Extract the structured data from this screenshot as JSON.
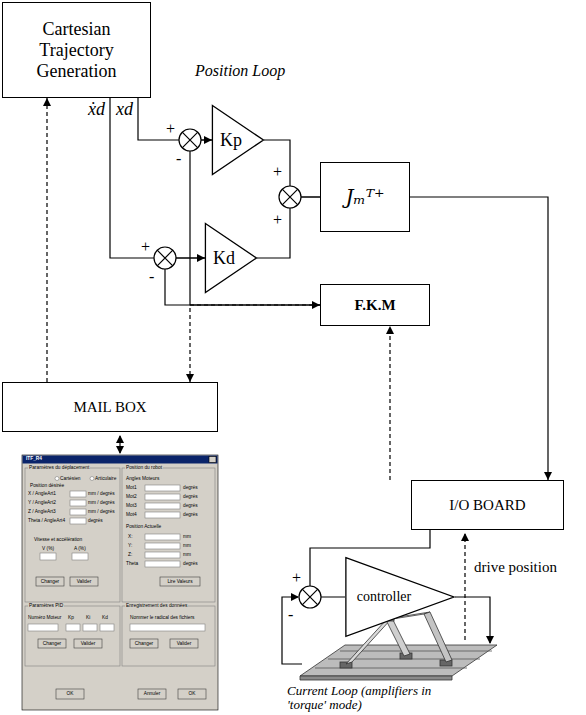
{
  "diagram": {
    "nodes": [
      {
        "text": [
          "Cartesian Trajectory Generation"
        ]
      },
      {
        "text": [
          "Kp"
        ]
      },
      {
        "text": [
          "Kd"
        ]
      },
      {
        "text": [
          "Jₘᵀ⁺"
        ]
      },
      {
        "text": [
          "F.K.M"
        ]
      },
      {
        "text": [
          "MAIL BOX"
        ]
      },
      {
        "text": [
          "I/O BOARD"
        ]
      },
      {
        "text": [
          "controller"
        ]
      }
    ],
    "edges": [
      {
        "from": 0,
        "to": 1,
        "arrow": "none"
      },
      {
        "from": 0,
        "to": 2,
        "arrow": "none"
      },
      {
        "from": 1,
        "to": 3,
        "arrow": "none"
      },
      {
        "from": 2,
        "to": 3,
        "arrow": "none"
      },
      {
        "from": 3,
        "to": 6,
        "arrow": "to"
      },
      {
        "from": 6,
        "to": 4,
        "arrow": "to"
      },
      {
        "from": 4,
        "to": 1,
        "arrow": "to"
      },
      {
        "from": 4,
        "to": 2,
        "arrow": "to"
      },
      {
        "from": 4,
        "to": 5,
        "arrow": "both"
      },
      {
        "from": 5,
        "to": 0,
        "arrow": "to"
      },
      {
        "from": 6,
        "to": 7,
        "arrow": "none"
      }
    ],
    "labels": [
      "Position Loop",
      "ẋd",
      "xd",
      "+",
      "-",
      "+",
      "-",
      "+",
      "+",
      "drive position",
      "+",
      "-",
      "Current Loop (amplifiers in 'torque' mode)",
      "ITF_R4",
      "Paramètres du déplacement",
      "Cartésien",
      "Articulaire",
      "Position désirée",
      "X / AngleArt1",
      "mm / degrés",
      "Y / AngleArt2",
      "mm / degrés",
      "Z / AngleArt3",
      "mm / degrés",
      "Theta / AngleArt4",
      "degrés",
      "Vitesse et accélération",
      "V (%)",
      "A (%)",
      "Changer",
      "Valider",
      "Position du robot",
      "Angles Moteurs",
      "Mot1",
      "degrés",
      "Mot2",
      "degrés",
      "Mot3",
      "degrés",
      "Mot4",
      "degrés",
      "Position Actuelle",
      "X:",
      "mm",
      "Y:",
      "mm",
      "Z:",
      "mm",
      "Theta",
      "degrés",
      "Lire Valeurs",
      "Paramètres PID",
      "Numéro Moteur",
      "Kp",
      "Ki",
      "Kd",
      "Changer",
      "Valider",
      "Enregistrement des données",
      "Nommer le radical des fichiers",
      "Changer",
      "Valider",
      "OK",
      "Annuler",
      "OK"
    ]
  }
}
